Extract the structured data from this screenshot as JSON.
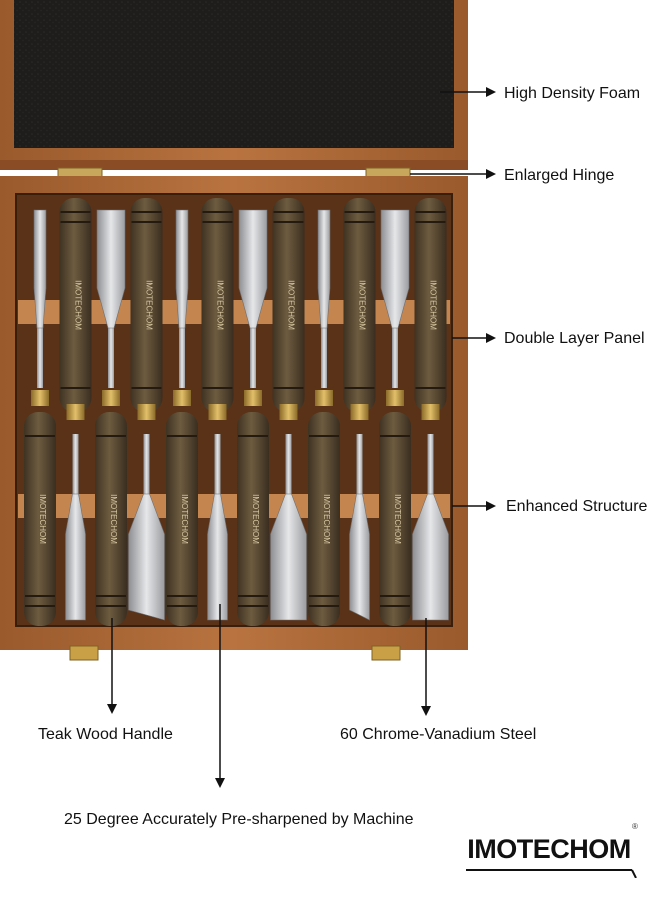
{
  "labels": {
    "foam": "High Density Foam",
    "hinge": "Enlarged Hinge",
    "panel": "Double Layer Panel",
    "structure": "Enhanced Structure",
    "handle": "Teak Wood Handle",
    "steel": "60 Chrome-Vanadium Steel",
    "sharpen": "25 Degree Accurately Pre-sharpened by Machine"
  },
  "brand": {
    "name": "IMOTECHOM",
    "reg": "®",
    "handle_mark": "IMOTECHOM"
  },
  "tool_count": 12,
  "colors": {
    "box_wood": "#b06a36",
    "box_wood_dark": "#7a4320",
    "foam": "#1e1c1b",
    "handle": "#5a4a32",
    "ferrule": "#c9a046",
    "steel": "#c8c9cb",
    "arrow": "#111111"
  }
}
